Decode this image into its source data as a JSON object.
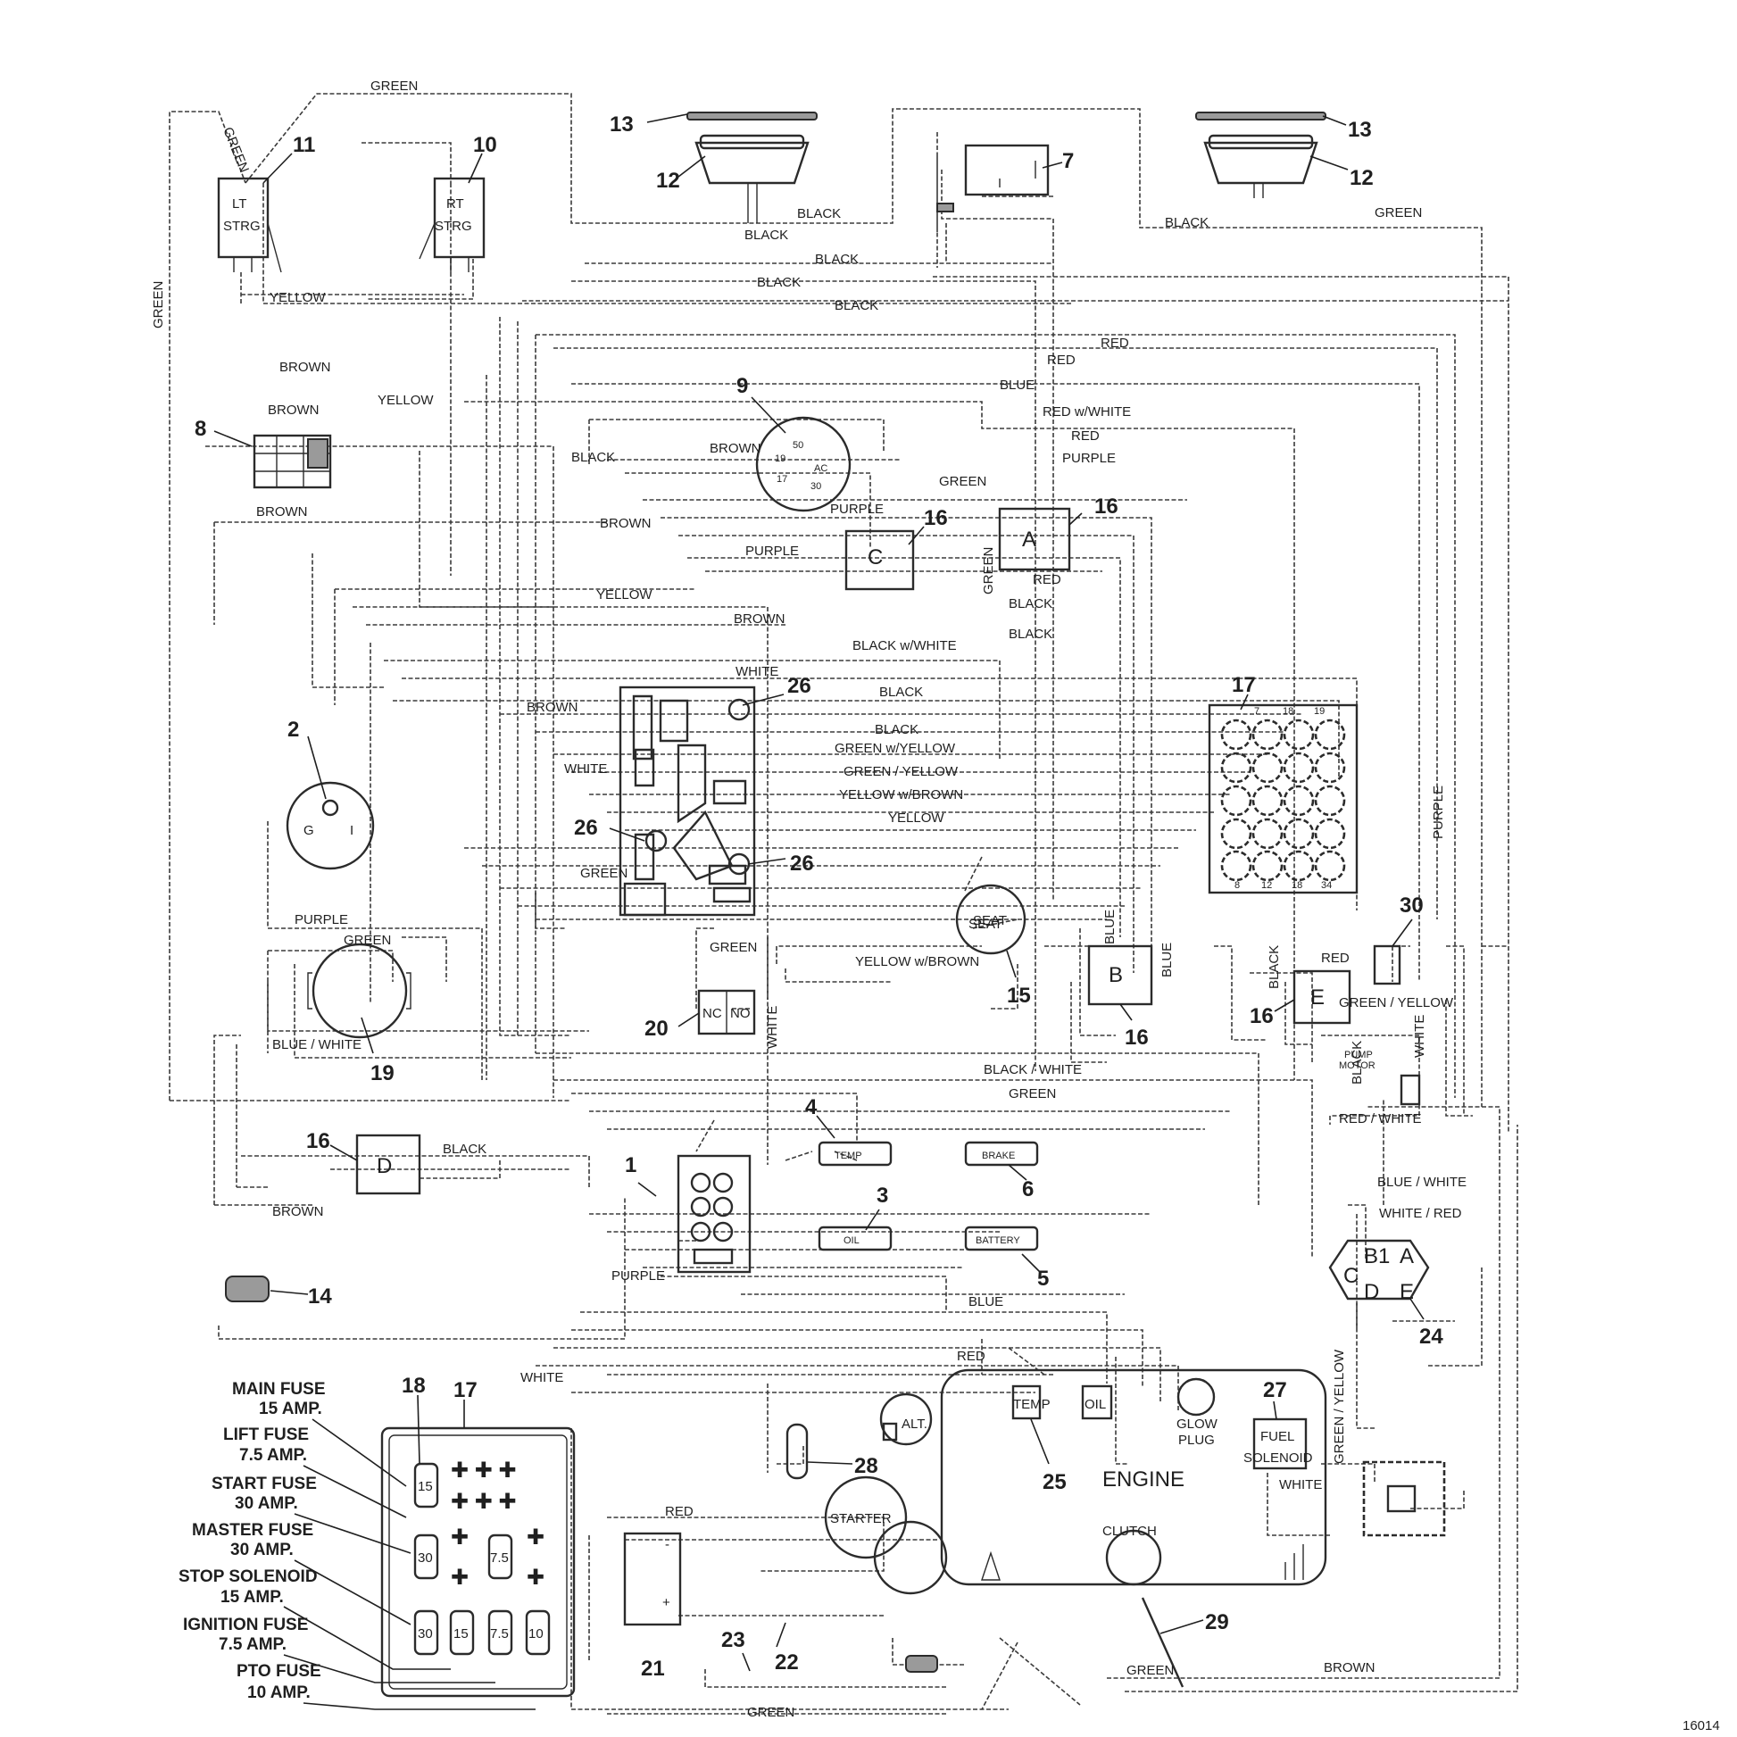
{
  "drawing_number": "16014",
  "wire_labels": {
    "green_top": "GREEN",
    "green_diag": "GREEN",
    "green_left": "GREEN",
    "yellow_strg": "YELLOW",
    "black_1": "BLACK",
    "black_2": "BLACK",
    "black_3": "BLACK",
    "black_4": "BLACK",
    "black_5": "BLACK",
    "black_6": "BLACK",
    "green_right_top": "GREEN",
    "red_1": "RED",
    "red_2": "RED",
    "blue_1": "BLUE",
    "red_white": "RED w/WHITE",
    "red_3": "RED",
    "purple_1": "PURPLE",
    "green_16a": "GREEN",
    "brown_sw": "BROWN",
    "brown_8a": "BROWN",
    "yellow_8": "YELLOW",
    "brown_8b": "BROWN",
    "brown_8c": "BROWN",
    "black_9": "BLACK",
    "brown_9": "BROWN",
    "purple_c": "PURPLE",
    "purple_2": "PURPLE",
    "yellow_mid": "YELLOW",
    "brown_mid": "BROWN",
    "black_white": "BLACK w/WHITE",
    "black_a1": "BLACK",
    "black_a2": "BLACK",
    "green_a": "GREEN",
    "red_a": "RED",
    "white_26": "WHITE",
    "black_m1": "BLACK",
    "black_m2": "BLACK",
    "green_yellow1": "GREEN w/YELLOW",
    "green_yellow2": "GREEN / YELLOW",
    "yellow_brown1": "YELLOW w/BROWN",
    "yellow_m": "YELLOW",
    "brown_l": "BROWN",
    "white_l": "WHITE",
    "green_l": "GREEN",
    "purple_l": "PURPLE",
    "green_19": "GREEN",
    "blue_white_19": "BLUE / WHITE",
    "green_20": "GREEN",
    "yellow_brown2": "YELLOW w/BROWN",
    "white_20": "WHITE",
    "blue_b": "BLUE",
    "blue_b2": "BLUE",
    "black_white2": "BLACK / WHITE",
    "green_b": "GREEN",
    "black_d": "BLACK",
    "brown_d": "BROWN",
    "purple_1c": "PURPLE",
    "blue_m": "BLUE",
    "red_m": "RED",
    "white_m": "WHITE",
    "red_21": "RED",
    "green_bot": "GREEN",
    "brown_bot": "BROWN",
    "green_29": "GREEN",
    "black_e": "BLACK",
    "red_e": "RED",
    "green_yellow_e": "GREEN / YELLOW",
    "black_e2": "BLACK",
    "white_e": "WHITE",
    "red_white_e": "RED / WHITE",
    "blue_white_24": "BLUE / WHITE",
    "white_red_24": "WHITE / RED",
    "green_yellow_v": "GREEN / YELLOW",
    "white_27": "WHITE",
    "purple_r": "PURPLE"
  },
  "component_text": {
    "lt_strg": "LT\nSTRG",
    "rt_strg": "RT\nSTRG",
    "seat": "SEAT",
    "temp": "TEMP",
    "brake": "BRAKE",
    "oil": "OIL",
    "battery": "BATTERY",
    "alt": "ALT.",
    "engine": "ENGINE",
    "temp_e": "TEMP",
    "oil_e": "OIL",
    "glow_plug": "GLOW\nPLUG",
    "fuel_solenoid": "FUEL\nSOLENOID",
    "starter": "STARTER",
    "clutch": "CLUTCH",
    "pump_motor": "PUMP\nMOTOR",
    "relay_a": "A",
    "relay_b": "B",
    "relay_c": "C",
    "relay_d": "D",
    "relay_e": "E",
    "nc": "NC",
    "no": "NO",
    "reg_b1": "B1",
    "reg_a": "A",
    "reg_c": "C",
    "reg_d": "D",
    "reg_e": "E",
    "key_50": "50",
    "key_19": "19",
    "key_17": "17",
    "key_30": "30",
    "key_ac": "AC",
    "g": "G",
    "fuse_15": "15",
    "fuse_30a": "30",
    "fuse_75a": "7.5",
    "fuse_30b": "30",
    "fuse_15b": "15",
    "fuse_75b": "7.5",
    "fuse_10": "10",
    "block_7": "7",
    "block_18a": "18",
    "block_19": "19",
    "block_8": "8",
    "block_12": "12",
    "block_18b": "18",
    "block_34": "34"
  },
  "callouts": [
    "1",
    "2",
    "3",
    "4",
    "5",
    "6",
    "7",
    "8",
    "9",
    "10",
    "11",
    "12",
    "12",
    "13",
    "13",
    "14",
    "15",
    "16",
    "16",
    "16",
    "16",
    "16",
    "17",
    "17",
    "18",
    "19",
    "20",
    "21",
    "22",
    "23",
    "24",
    "25",
    "26",
    "26",
    "26",
    "27",
    "28",
    "29",
    "30"
  ],
  "fuse_legend": [
    {
      "name": "MAIN FUSE",
      "rating": "15 AMP."
    },
    {
      "name": "LIFT FUSE",
      "rating": "7.5 AMP."
    },
    {
      "name": "START FUSE",
      "rating": "30 AMP."
    },
    {
      "name": "MASTER FUSE",
      "rating": "30 AMP."
    },
    {
      "name": "STOP SOLENOID",
      "rating": "15 AMP."
    },
    {
      "name": "IGNITION FUSE",
      "rating": "7.5 AMP."
    },
    {
      "name": "PTO FUSE",
      "rating": "10 AMP."
    }
  ]
}
